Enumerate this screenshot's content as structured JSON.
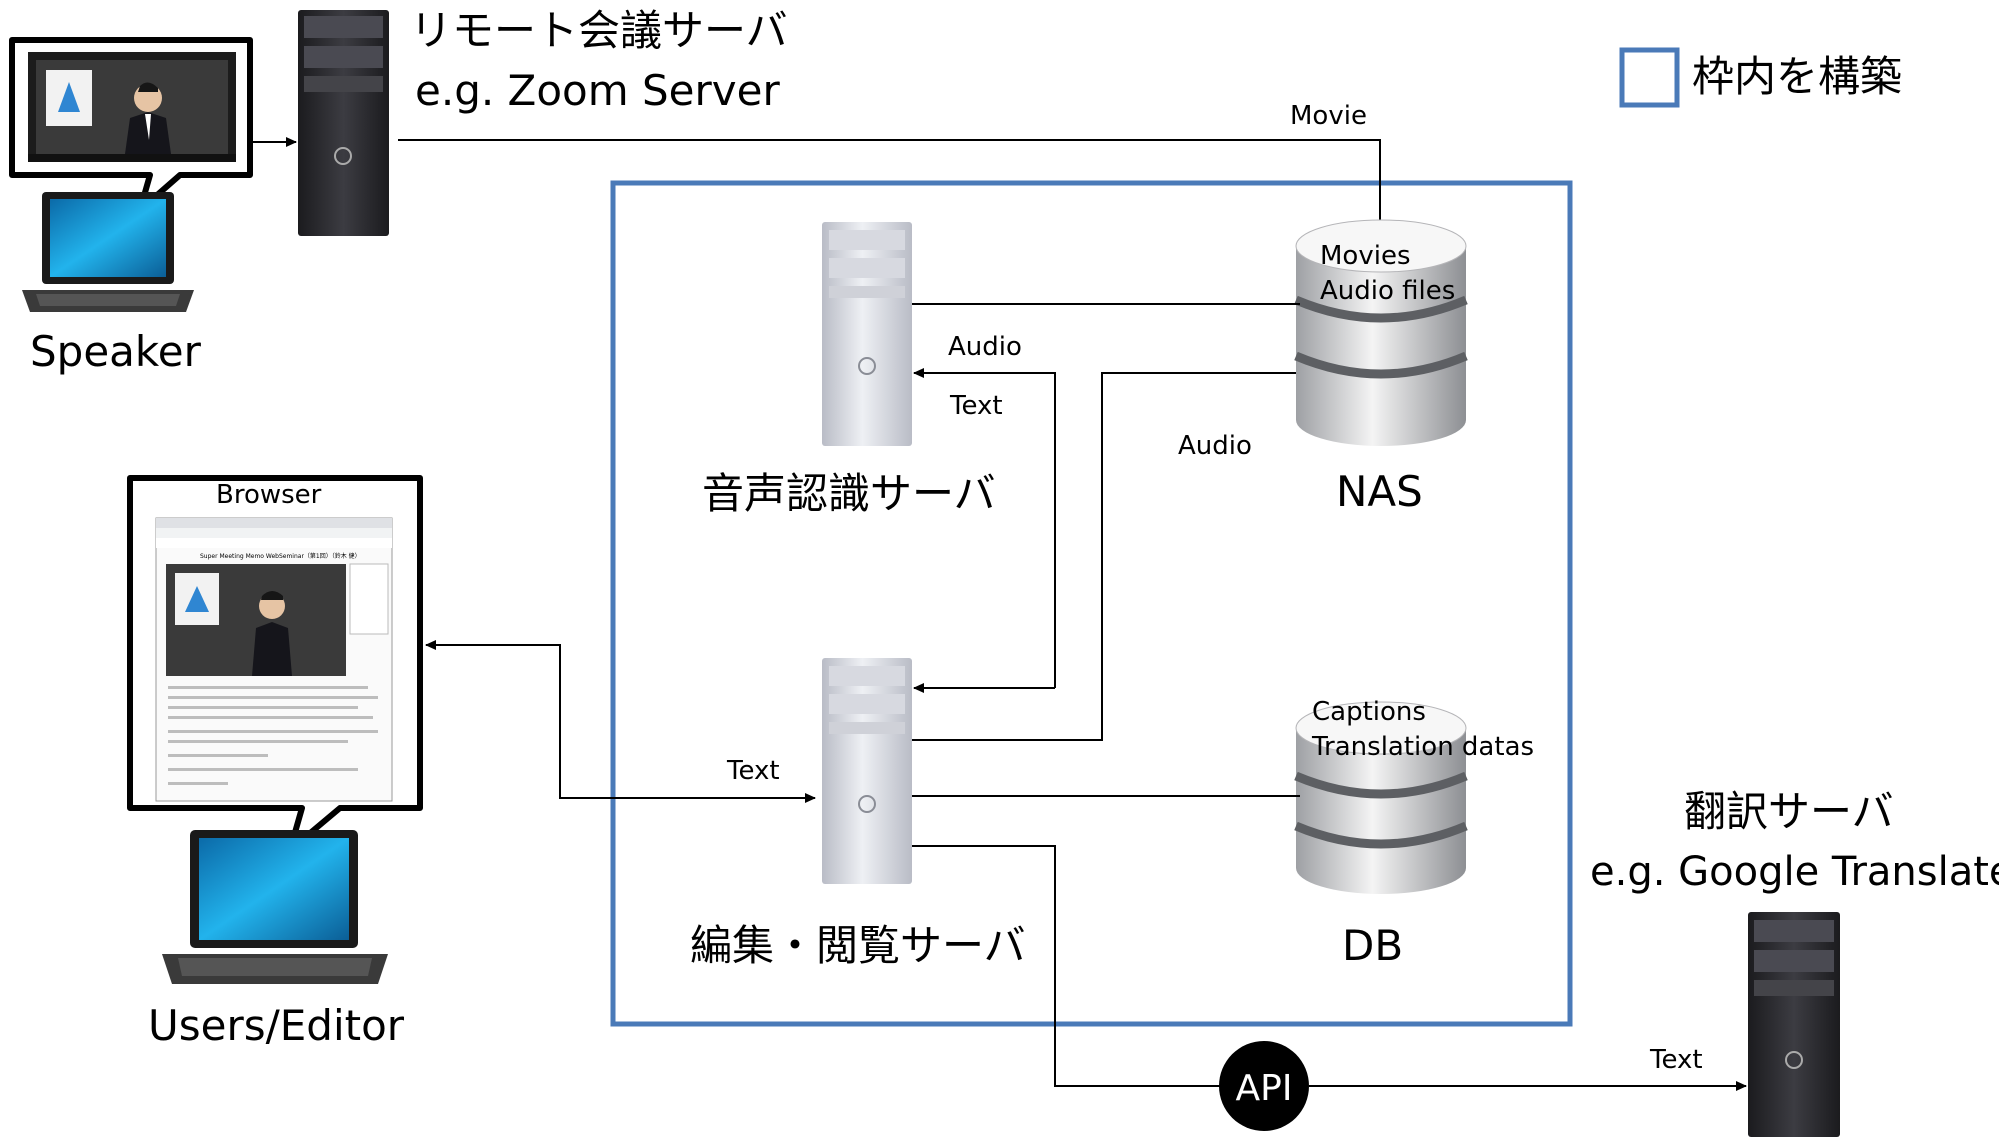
{
  "legend": {
    "label": "枠内を構築",
    "border_color": "#4a7ab8"
  },
  "remote_server": {
    "title": "リモート会議サーバ",
    "example": "e.g. Zoom Server"
  },
  "speaker": {
    "label": "Speaker"
  },
  "users": {
    "label": "Users/Editor",
    "browser_label": "Browser"
  },
  "browser_window": {
    "header": "Super Meeting Memo WebSeminar（第1回）（鈴木 健）"
  },
  "speech_server": {
    "label": "音声認識サーバ"
  },
  "edit_server": {
    "label": "編集・閲覧サーバ"
  },
  "nas": {
    "label": "NAS",
    "line1": "Movies",
    "line2": "Audio files"
  },
  "db": {
    "label": "DB",
    "line1": "Captions",
    "line2": "Translation datas"
  },
  "translate_server": {
    "title": "翻訳サーバ",
    "example": "e.g. Google Translate"
  },
  "flows": {
    "movie": "Movie",
    "audio_to_speech": "Audio",
    "text_from_speech": "Text",
    "audio_to_edit": "Audio",
    "text_to_browser": "Text",
    "api": "API",
    "text_to_translate": "Text"
  },
  "colors": {
    "frame": "#4a7ab8",
    "server_dark": "#2a2a2e",
    "server_light": "#c9cbd4",
    "screen_blue": "#1a9ad8"
  }
}
